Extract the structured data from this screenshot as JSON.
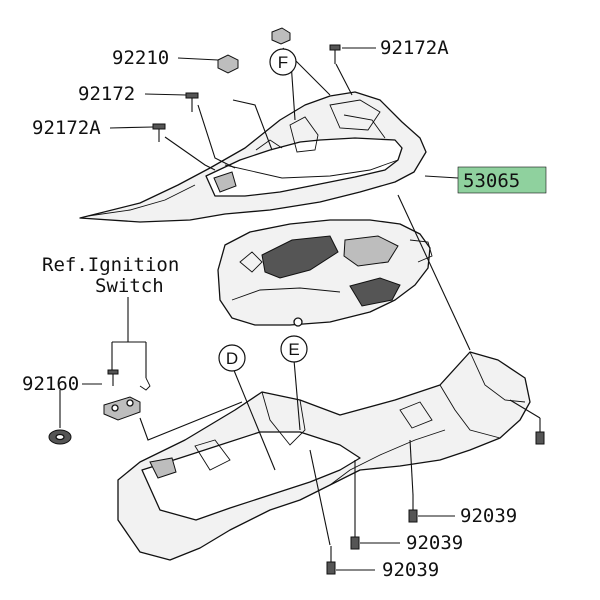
{
  "labels": {
    "p92210": "92210",
    "p92172A_top": "92172A",
    "p92172": "92172",
    "p92172A_left": "92172A",
    "p53065": "53065",
    "p92160": "92160",
    "p92039_a": "92039",
    "p92039_b": "92039",
    "p92039_c": "92039",
    "ref_line1": "Ref.Ignition",
    "ref_line2": "Switch"
  },
  "callouts": {
    "F": "F",
    "D": "D",
    "E": "E"
  },
  "colors": {
    "highlight_box": "#8fd19e",
    "line": "#111111"
  }
}
